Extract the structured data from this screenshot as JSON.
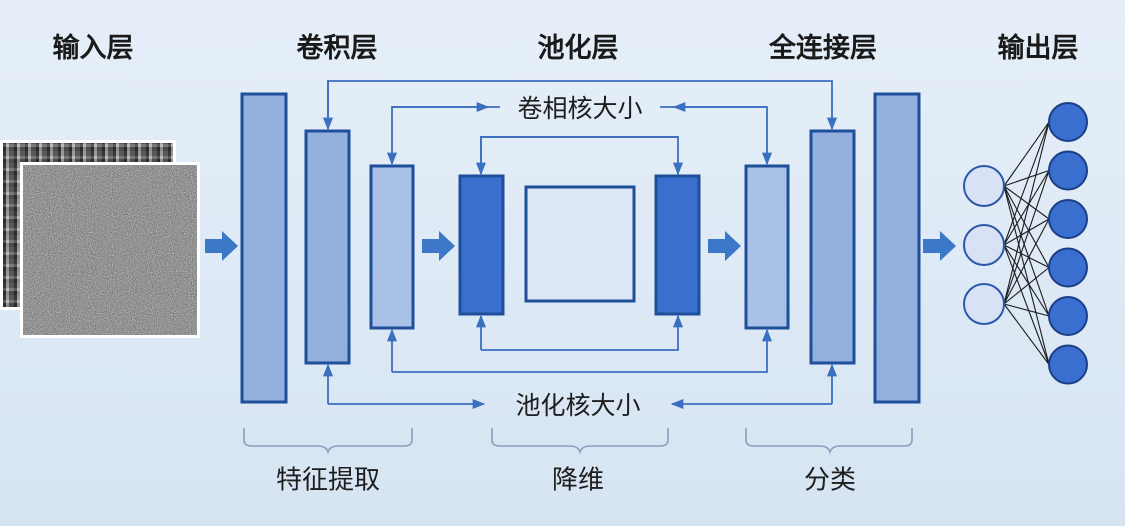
{
  "headers": {
    "input": "输入层",
    "conv": "卷积层",
    "pool": "池化层",
    "fc": "全连接层",
    "output": "输出层"
  },
  "annotations": {
    "conv_kernel": "卷相核大小",
    "pool_kernel": "池化核大小"
  },
  "groups": {
    "feature": "特征提取",
    "reduce": "降维",
    "classify": "分类"
  },
  "neural_net": {
    "input_nodes": 3,
    "output_nodes": 6
  },
  "colors": {
    "light_block": "#93b1df",
    "mid_block": "#a9c1e7",
    "dark_block": "#3a6fcd",
    "block_border": "#1f4e9a",
    "center_block": "#dbe6f7",
    "arrow": "#3c78c8",
    "line": "#3b6fbf",
    "output_node": "#3a6fd0",
    "input_node": "#d8e2f4"
  }
}
